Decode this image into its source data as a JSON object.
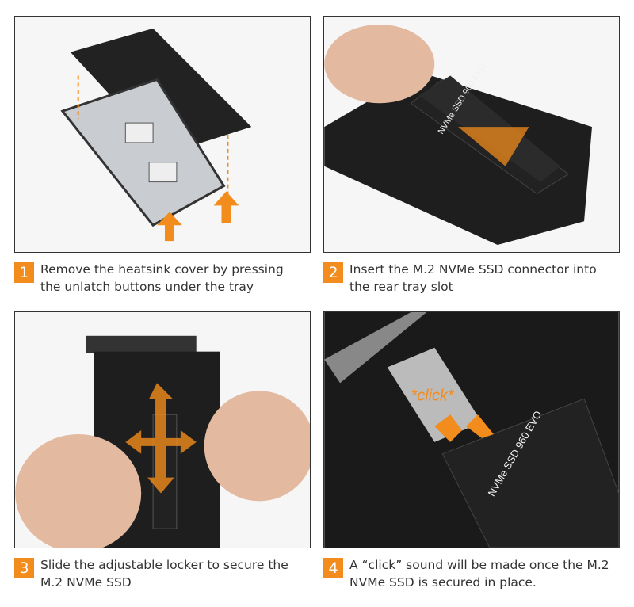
{
  "accent_color": "#f28c1c",
  "steps": [
    {
      "number": "1",
      "text": "Remove the heatsink cover by pressing the unlatch buttons under the tray",
      "photo": "tray-heatsink-removal"
    },
    {
      "number": "2",
      "text": "Insert the M.2 NVMe SSD connector into the rear tray slot",
      "photo": "ssd-insertion",
      "ssd_label": "NVMe SSD 960 EVO"
    },
    {
      "number": "3",
      "text": "Slide the adjustable locker to secure the M.2 NVMe SSD",
      "photo": "locker-slide"
    },
    {
      "number": "4",
      "text": "A “click” sound will be made once the M.2 NVMe SSD is secured in place.",
      "photo": "locker-click",
      "callout": "*click*",
      "ssd_label": "NVMe SSD 960 EVO"
    }
  ]
}
